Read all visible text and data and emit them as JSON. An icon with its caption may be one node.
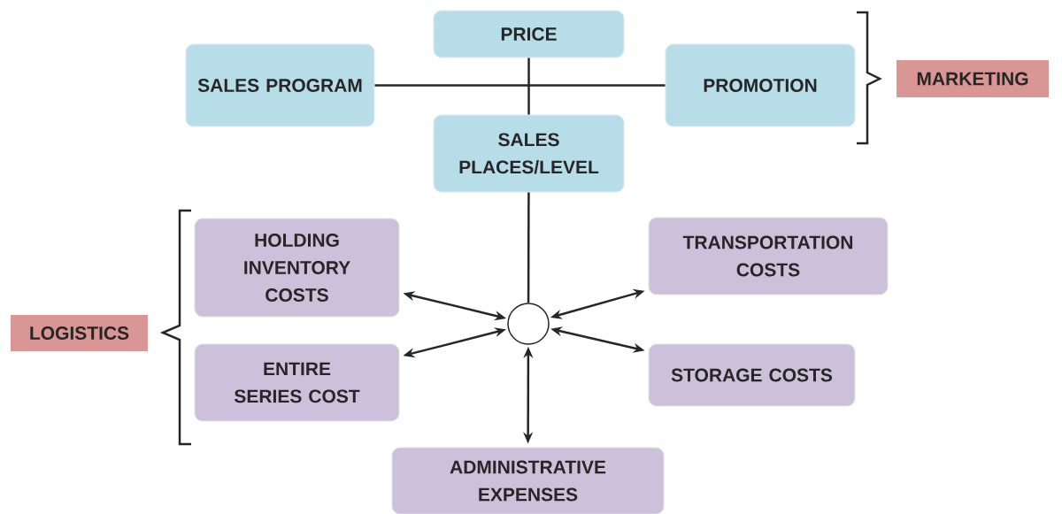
{
  "diagram": {
    "nodes": [
      {
        "text": [
          "PRICE"
        ]
      },
      {
        "text": [
          "SALES PROGRAM"
        ]
      },
      {
        "text": [
          "PROMOTION"
        ]
      },
      {
        "text": [
          "SALES PLACES/LEVEL"
        ]
      },
      {
        "text": [
          "MARKETING"
        ]
      },
      {
        "text": [
          "HOLDING INVENTORY COSTS"
        ]
      },
      {
        "text": [
          "TRANSPORTATION COSTS"
        ]
      },
      {
        "text": [],
        "shape": "circle"
      },
      {
        "text": [
          "LOGISTICS"
        ]
      },
      {
        "text": [
          "ENTIRE SERIES COST"
        ]
      },
      {
        "text": [
          "STORAGE COSTS"
        ]
      },
      {
        "text": [
          "ADMINISTRATIVE EXPENSES"
        ]
      }
    ],
    "edges": [
      {
        "from": 1,
        "to": 2,
        "arrow": "none"
      },
      {
        "from": 0,
        "to": 3,
        "arrow": "none"
      },
      {
        "from": 3,
        "to": 7,
        "arrow": "none"
      },
      {
        "from": 7,
        "to": 5,
        "arrow": "both"
      },
      {
        "from": 7,
        "to": 6,
        "arrow": "both"
      },
      {
        "from": 7,
        "to": 9,
        "arrow": "both"
      },
      {
        "from": 7,
        "to": 10,
        "arrow": "both"
      },
      {
        "from": 7,
        "to": 11,
        "arrow": "both"
      }
    ]
  }
}
